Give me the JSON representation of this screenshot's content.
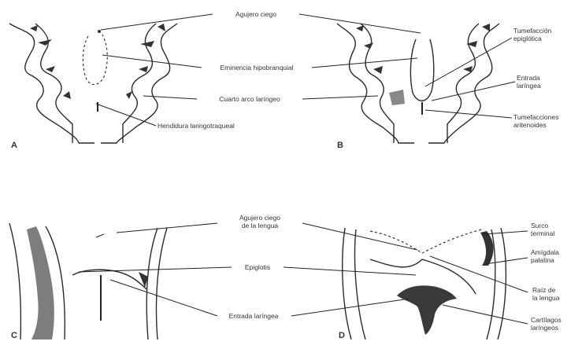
{
  "panels": {
    "a": {
      "letter": "A"
    },
    "b": {
      "letter": "B"
    },
    "c": {
      "letter": "C"
    },
    "d": {
      "letter": "D"
    }
  },
  "labels": {
    "agujero_ciego": "Agujero ciego",
    "eminencia_hipobranquial": "Eminencia hipobranquial",
    "cuarto_arco_laringeo": "Cuarto arco laríngeo",
    "hendidura_laringotraqueal": "Hendidura laringotraqueal",
    "tumefaccion_epiglotica_1": "Tumefacción",
    "tumefaccion_epiglotica_2": "epiglótica",
    "entrada_laringea_1": "Entrada",
    "entrada_laringea_2": "laríngea",
    "tumefacciones_1": "Tumefacciones",
    "tumefacciones_2": "aritenoides",
    "agujero_ciego_lengua_1": "Agujero ciego",
    "agujero_ciego_lengua_2": "de la lengua",
    "epiglotis": "Epiglotis",
    "entrada": "Entrada laríngea",
    "surco_1": "Surco",
    "surco_2": "terminal",
    "amigdala_1": "Amígdala",
    "amigdala_2": "palatina",
    "raiz_1": "Raíz de",
    "raiz_2": "la lengua",
    "cartilagos_1": "Cartílagos",
    "cartilagos_2": "laríngeos"
  },
  "colors": {
    "line": "#222222",
    "structure_fill": "#3a3a3a",
    "shading": "#666666"
  }
}
